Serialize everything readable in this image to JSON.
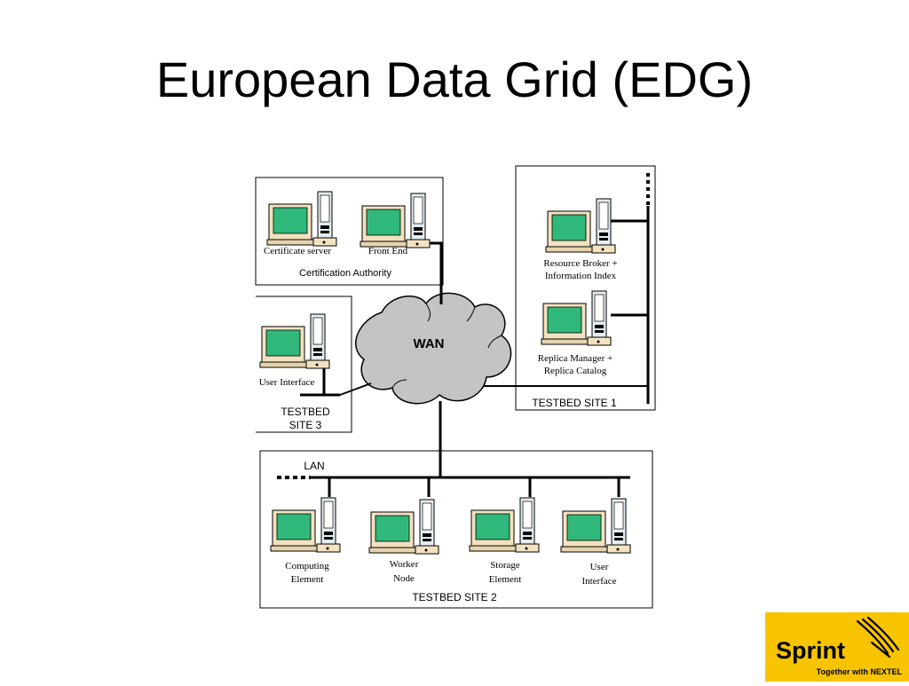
{
  "slide": {
    "title": "European Data Grid (EDG)"
  },
  "diagram": {
    "wan_label": "WAN",
    "lan_label": "LAN",
    "cert_authority": {
      "label": "Certification Authority",
      "nodes": [
        "Certificate server",
        "Front End"
      ]
    },
    "site1": {
      "label": "TESTBED SITE 1",
      "nodes": [
        [
          "Resource Broker +",
          "Information Index"
        ],
        [
          "Replica Manager +",
          "Replica Catalog"
        ]
      ]
    },
    "site2": {
      "label": "TESTBED SITE 2",
      "nodes": [
        [
          "Computing",
          "Element"
        ],
        [
          "Worker",
          "Node"
        ],
        [
          "Storage",
          "Element"
        ],
        [
          "User",
          "Interface"
        ]
      ]
    },
    "site3": {
      "label_lines": [
        "TESTBED",
        "SITE 3"
      ],
      "node": "User Interface"
    }
  },
  "logo": {
    "brand": "Sprint",
    "tagline": "Together with NEXTEL",
    "bg_color": "#f8c400"
  },
  "colors": {
    "screen": "#2fb87a",
    "monitor": "#f3e2bf",
    "cloud": "#c4c4c4",
    "line": "#000000"
  }
}
